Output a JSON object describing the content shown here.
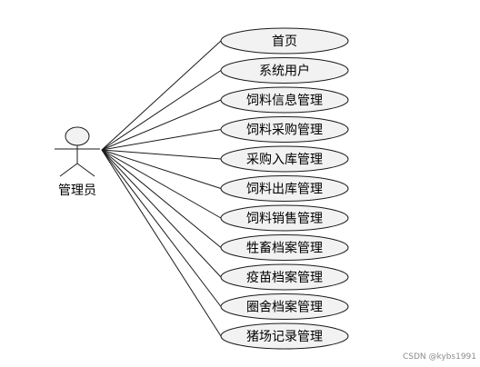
{
  "actor": {
    "name": "管理员"
  },
  "use_cases": [
    {
      "label": "首页"
    },
    {
      "label": "系统用户"
    },
    {
      "label": "饲料信息管理"
    },
    {
      "label": "饲料采购管理"
    },
    {
      "label": "采购入库管理"
    },
    {
      "label": "饲料出库管理"
    },
    {
      "label": "饲料销售管理"
    },
    {
      "label": "牲畜档案管理"
    },
    {
      "label": "疫苗档案管理"
    },
    {
      "label": "圈舍档案管理"
    },
    {
      "label": "猪场记录管理"
    }
  ],
  "watermark": "CSDN @kybs1991",
  "colors": {
    "ellipse_fill": "#f2f2f2",
    "stroke": "#1a1a1a",
    "watermark": "#8c8c8c"
  }
}
